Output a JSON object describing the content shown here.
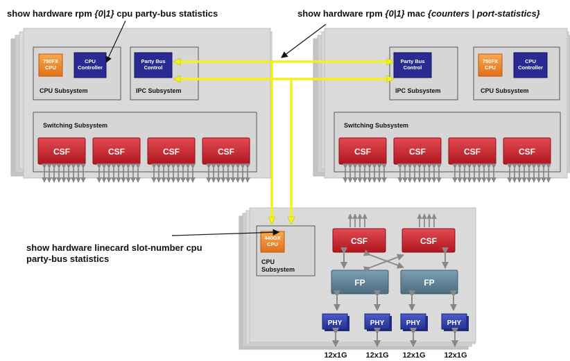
{
  "callouts": {
    "rpm_cpu": {
      "prefix": "show hardware rpm ",
      "arg": "{0|1}",
      "suffix": " cpu party-bus statistics"
    },
    "rpm_mac": {
      "prefix": "show hardware rpm ",
      "arg": "{0|1}",
      "middle": " mac ",
      "arg2": "{counters | port-statistics}"
    },
    "linecard": {
      "prefix": "show hardware linecard ",
      "arg": "slot-number",
      "suffix": " cpu",
      "line2": "party-bus statistics"
    }
  },
  "rpm_left": {
    "cpu_chip": "750FX CPU",
    "cpu_ctrl": "CPU Controller",
    "cpu_subsystem": "CPU Subsystem",
    "party_bus": "Party Bus Control",
    "ipc_subsystem": "IPC Subsystem",
    "switching_subsystem": "Switching Subsystem",
    "csf": [
      "CSF",
      "CSF",
      "CSF",
      "CSF"
    ]
  },
  "rpm_right": {
    "party_bus": "Party Bus Control",
    "ipc_subsystem": "IPC Subsystem",
    "cpu_chip": "750FX CPU",
    "cpu_ctrl": "CPU Controller",
    "cpu_subsystem": "CPU Subsystem",
    "switching_subsystem": "Switching Subsystem",
    "csf": [
      "CSF",
      "CSF",
      "CSF",
      "CSF"
    ]
  },
  "linecard": {
    "cpu_chip": "440GX CPU",
    "cpu_subsystem_1": "CPU",
    "cpu_subsystem_2": "Subsystem",
    "csf": [
      "CSF",
      "CSF"
    ],
    "fp": [
      "FP",
      "FP"
    ],
    "phy": [
      "PHY",
      "PHY",
      "PHY",
      "PHY"
    ],
    "ports": [
      "12x1G",
      "12x1G",
      "12x1G",
      "12x1G"
    ]
  },
  "colors": {
    "csf": "#cc2a33",
    "fp": "#5f8196",
    "phy": "#3240a8",
    "cpu_orange": "#f08a2a",
    "cpu_ctrl": "#2a2a92",
    "bus": "#f4f01a",
    "panel": "#d9d9d9"
  }
}
